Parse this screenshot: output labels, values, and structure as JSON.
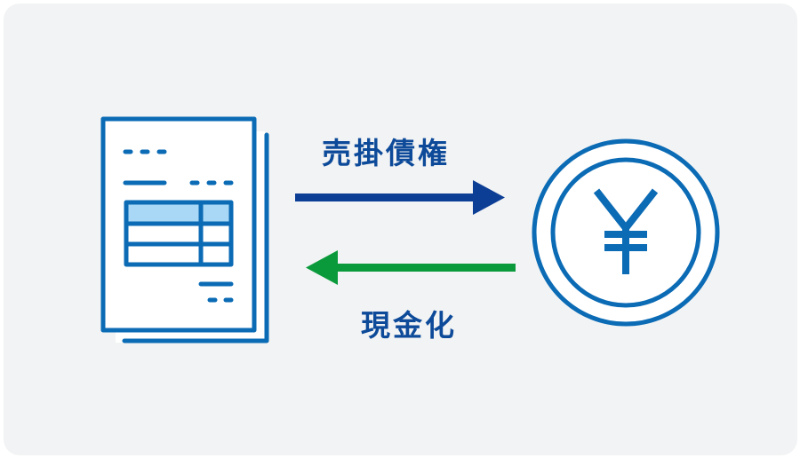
{
  "diagram": {
    "colors": {
      "background": "#f2f3f4",
      "icon_blue": "#0b6bb5",
      "table_header_fill": "#a8d8f5",
      "forward_arrow": "#0d3e96",
      "return_arrow": "#0a9a3c",
      "label_text": "#0d4a99"
    },
    "left_node": {
      "icon": "invoice-document-icon"
    },
    "right_node": {
      "icon": "yen-coin-icon",
      "symbol": "¥"
    },
    "forward_flow": {
      "label": "売掛債権",
      "direction": "left-to-right",
      "icon": "arrow-right-icon"
    },
    "return_flow": {
      "label": "現金化",
      "direction": "right-to-left",
      "icon": "arrow-left-icon"
    }
  }
}
